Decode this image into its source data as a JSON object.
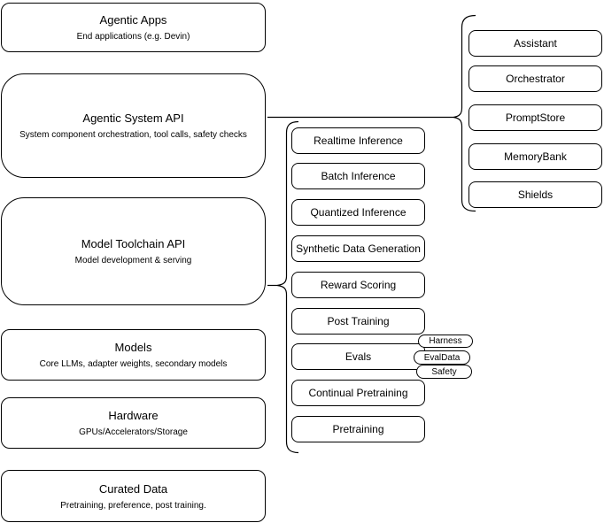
{
  "diagram": {
    "background_color": "#ffffff",
    "stroke_color": "#000000",
    "left_stack": [
      {
        "title": "Agentic Apps",
        "subtitle": "End applications (e.g. Devin)"
      },
      {
        "title": "Agentic System API",
        "subtitle": "System component orchestration, tool calls, safety checks"
      },
      {
        "title": "Model Toolchain API",
        "subtitle": "Model development & serving"
      },
      {
        "title": "Models",
        "subtitle": "Core LLMs, adapter weights, secondary models"
      },
      {
        "title": "Hardware",
        "subtitle": "GPUs/Accelerators/Storage"
      },
      {
        "title": "Curated Data",
        "subtitle": "Pretraining, preference, post training."
      }
    ],
    "toolchain_components": [
      {
        "label": "Realtime Inference"
      },
      {
        "label": "Batch Inference"
      },
      {
        "label": "Quantized Inference"
      },
      {
        "label": "Synthetic Data Generation"
      },
      {
        "label": "Reward Scoring"
      },
      {
        "label": "Post Training"
      },
      {
        "label": "Evals"
      },
      {
        "label": "Continual Pretraining"
      },
      {
        "label": "Pretraining"
      }
    ],
    "evals_tags": [
      {
        "label": "Harness"
      },
      {
        "label": "EvalData"
      },
      {
        "label": "Safety"
      }
    ],
    "system_components": [
      {
        "label": "Assistant"
      },
      {
        "label": "Orchestrator"
      },
      {
        "label": "PromptStore"
      },
      {
        "label": "MemoryBank"
      },
      {
        "label": "Shields"
      }
    ]
  }
}
